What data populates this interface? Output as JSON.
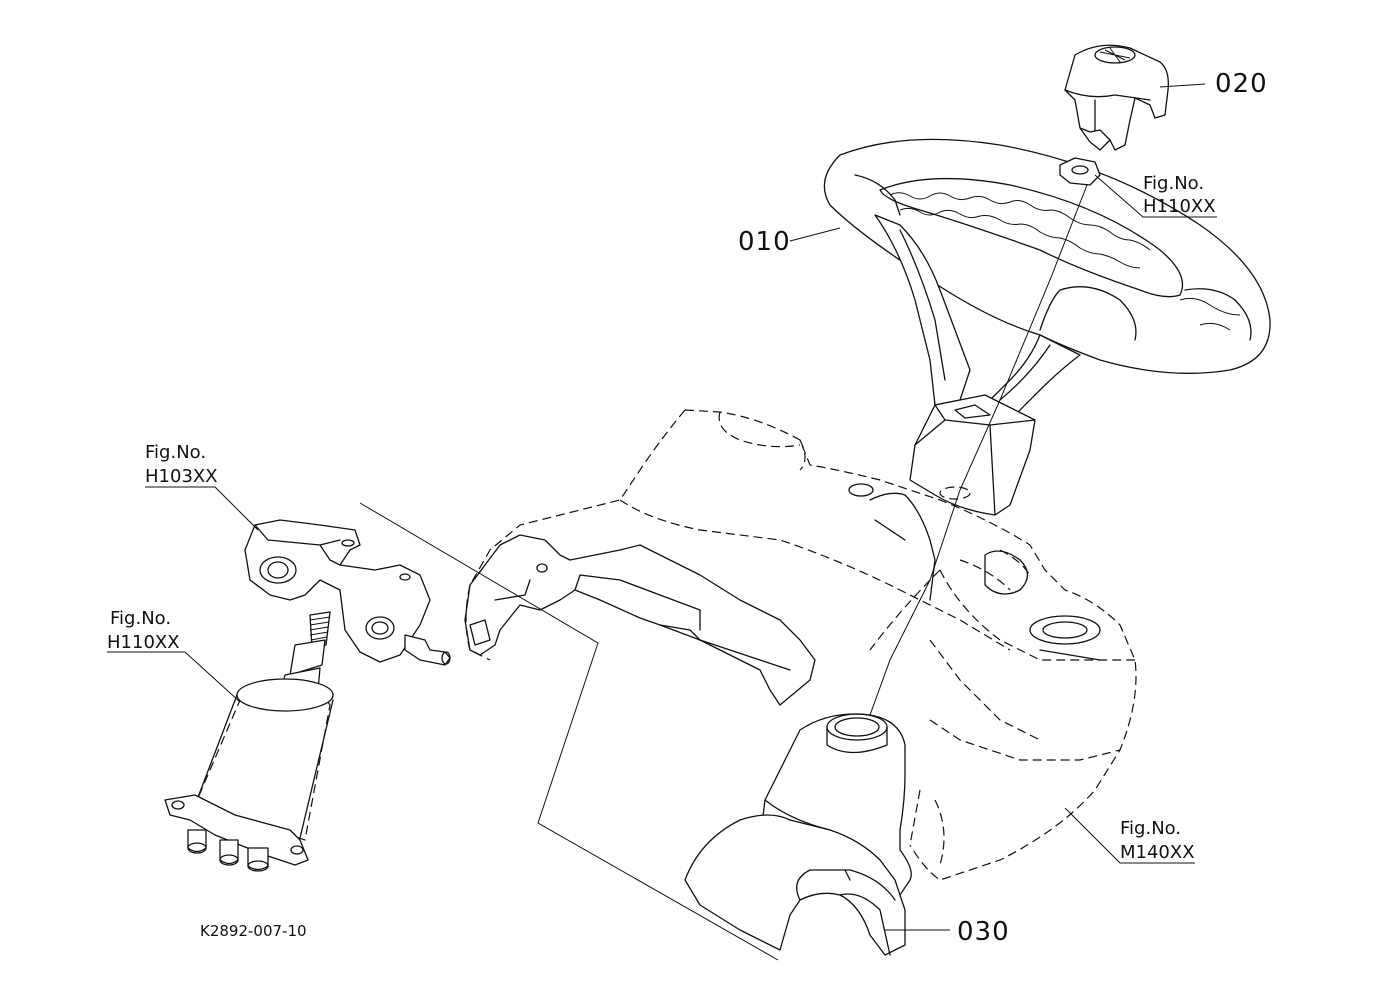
{
  "callouts": {
    "part_010": "010",
    "part_020": "020",
    "part_030": "030"
  },
  "references": [
    {
      "label": "Fig.No.",
      "code": "H110XX"
    },
    {
      "label": "Fig.No.",
      "code": "H103XX"
    },
    {
      "label": "Fig.No.",
      "code": "H110XX"
    },
    {
      "label": "Fig.No.",
      "code": "M140XX"
    }
  ],
  "diagram_code": "K2892-007-10"
}
